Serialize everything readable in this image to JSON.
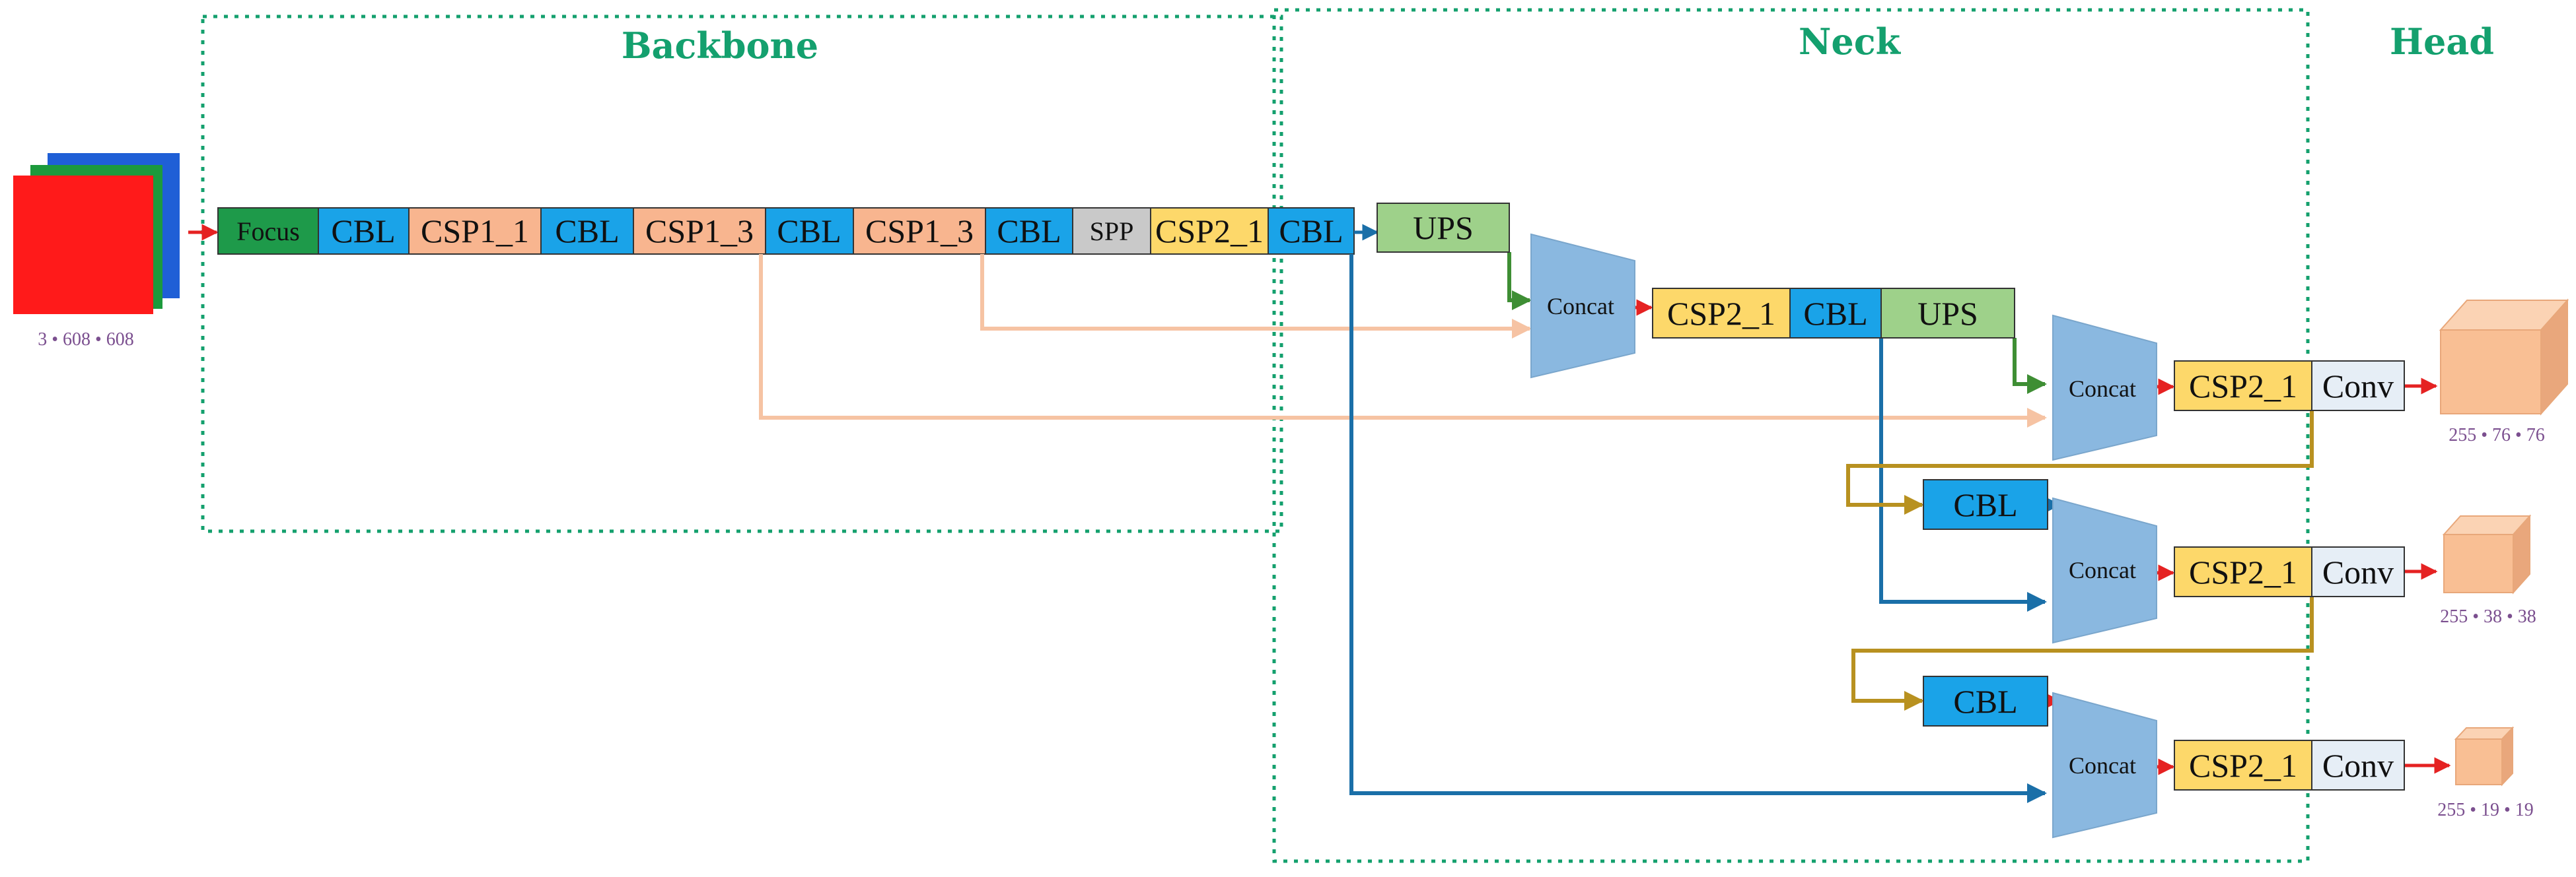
{
  "sections": {
    "backbone": "Backbone",
    "neck": "Neck",
    "head": "Head"
  },
  "input": {
    "dims": "3 • 608 • 608"
  },
  "backbone_blocks": {
    "focus": "Focus",
    "cbl1": "CBL",
    "csp1_1": "CSP1_1",
    "cbl2": "CBL",
    "csp1_3a": "CSP1_3",
    "cbl3": "CBL",
    "csp1_3b": "CSP1_3",
    "cbl4": "CBL",
    "spp": "SPP",
    "csp2_1": "CSP2_1",
    "cbl5": "CBL"
  },
  "neck_blocks": {
    "ups1": "UPS",
    "concat1": "Concat",
    "csp2_1a": "CSP2_1",
    "cbl_a": "CBL",
    "ups2": "UPS",
    "concat2": "Concat",
    "csp2_1b": "CSP2_1",
    "cbl_b": "CBL",
    "concat3": "Concat",
    "csp2_1c": "CSP2_1",
    "cbl_c": "CBL",
    "concat4": "Concat",
    "csp2_1d": "CSP2_1"
  },
  "head_blocks": {
    "conv1": "Conv",
    "conv2": "Conv",
    "conv3": "Conv"
  },
  "outputs": {
    "out1": "255 • 76 • 76",
    "out2": "255 • 38 • 38",
    "out3": "255 • 19 • 19"
  },
  "colors": {
    "section_border": "#14a06e",
    "focus": "#1e9a4a",
    "cbl": "#1aa3e8",
    "csp1": "#f8b58f",
    "spp": "#c9c9c9",
    "csp2": "#fdd86a",
    "ups": "#9ed18a",
    "concat": "#8ab8e0",
    "conv": "#e6eef6",
    "output_cube": "#f9bf94",
    "arrow_red": "#e52222",
    "arrow_green": "#3e8e34",
    "arrow_peach": "#f6c3a3",
    "arrow_blue": "#1a6fa8",
    "arrow_olive": "#b89120"
  }
}
